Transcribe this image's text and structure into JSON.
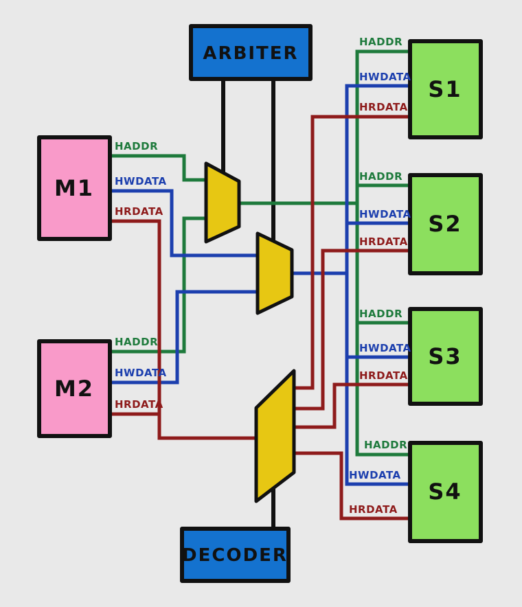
{
  "diagram": {
    "colors": {
      "background": "#e9e9e9",
      "block_fill": "#1472cf",
      "master_fill": "#f99ac9",
      "slave_fill": "#8cdf5e",
      "mux_fill": "#e7c713",
      "outline": "#111111",
      "haddr": "#1e7a3c",
      "hwdata": "#1c3fae",
      "hrdata": "#8e1b1b",
      "control": "#111111"
    },
    "blocks": {
      "arbiter": "ARBITER",
      "decoder": "DECODER",
      "m1": "M1",
      "m2": "M2",
      "s1": "S1",
      "s2": "S2",
      "s3": "S3",
      "s4": "S4"
    },
    "signals": {
      "haddr": "HADDR",
      "hwdata": "HWDATA",
      "hrdata": "HRDATA"
    }
  }
}
